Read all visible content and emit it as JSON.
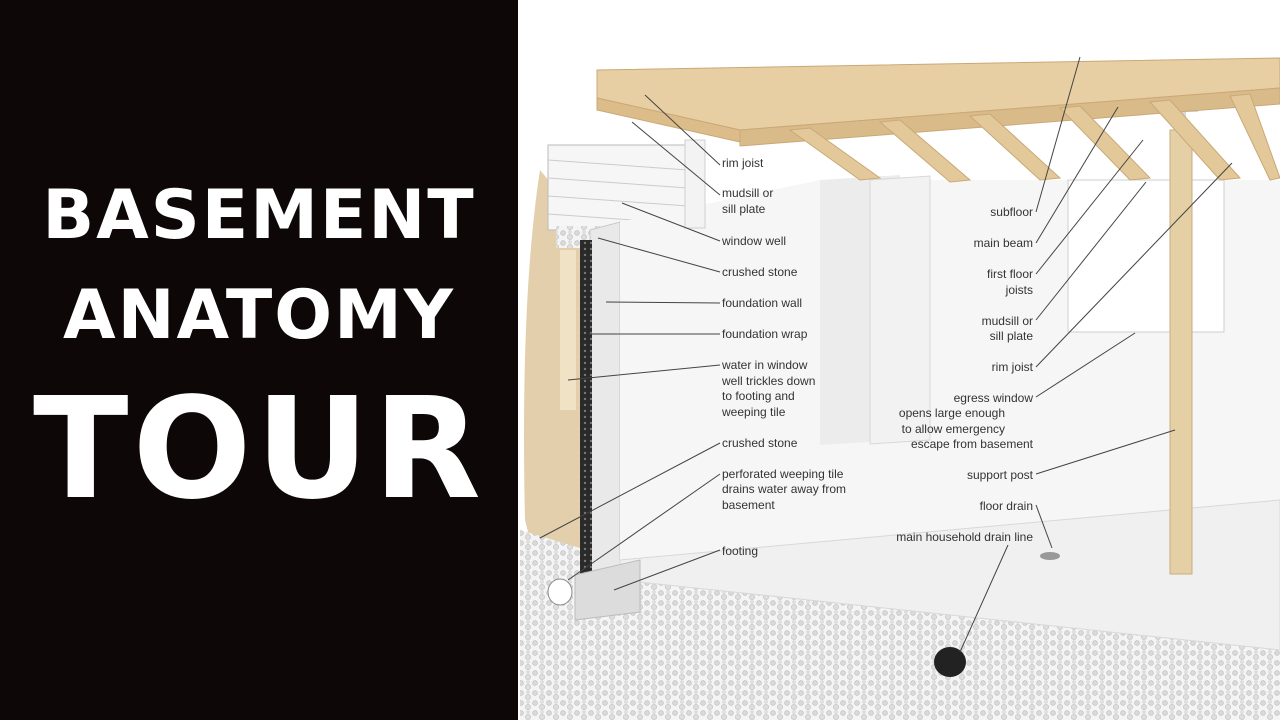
{
  "title": {
    "line1": "BASEMENT",
    "line2": "ANATOMY",
    "line3": "TOUR"
  },
  "colors": {
    "panel": "#0d0708",
    "title_text": "#ffffff",
    "wood": "#e8cfa3",
    "wall": "#f1f1f1",
    "label": "#333333"
  },
  "labels": {
    "left": [
      [
        "rim joist"
      ],
      [
        "mudsill or",
        "sill plate"
      ],
      [
        "window well"
      ],
      [
        "crushed stone"
      ],
      [
        "foundation wall"
      ],
      [
        "foundation wrap"
      ],
      [
        "water in window",
        "well trickles down",
        "to footing and",
        "weeping tile"
      ],
      [
        "crushed stone"
      ],
      [
        "perforated weeping tile",
        "drains water away from",
        "basement"
      ],
      [
        "footing"
      ]
    ],
    "right": [
      [
        "subfloor"
      ],
      [
        "main beam"
      ],
      [
        "first floor",
        "joists"
      ],
      [
        "mudsill or",
        "sill plate"
      ],
      [
        "rim joist"
      ],
      [
        "egress window",
        "opens large enough",
        "to allow emergency",
        "escape from basement"
      ],
      [
        "support post"
      ],
      [
        "floor drain"
      ],
      [
        "main household drain line"
      ]
    ]
  }
}
